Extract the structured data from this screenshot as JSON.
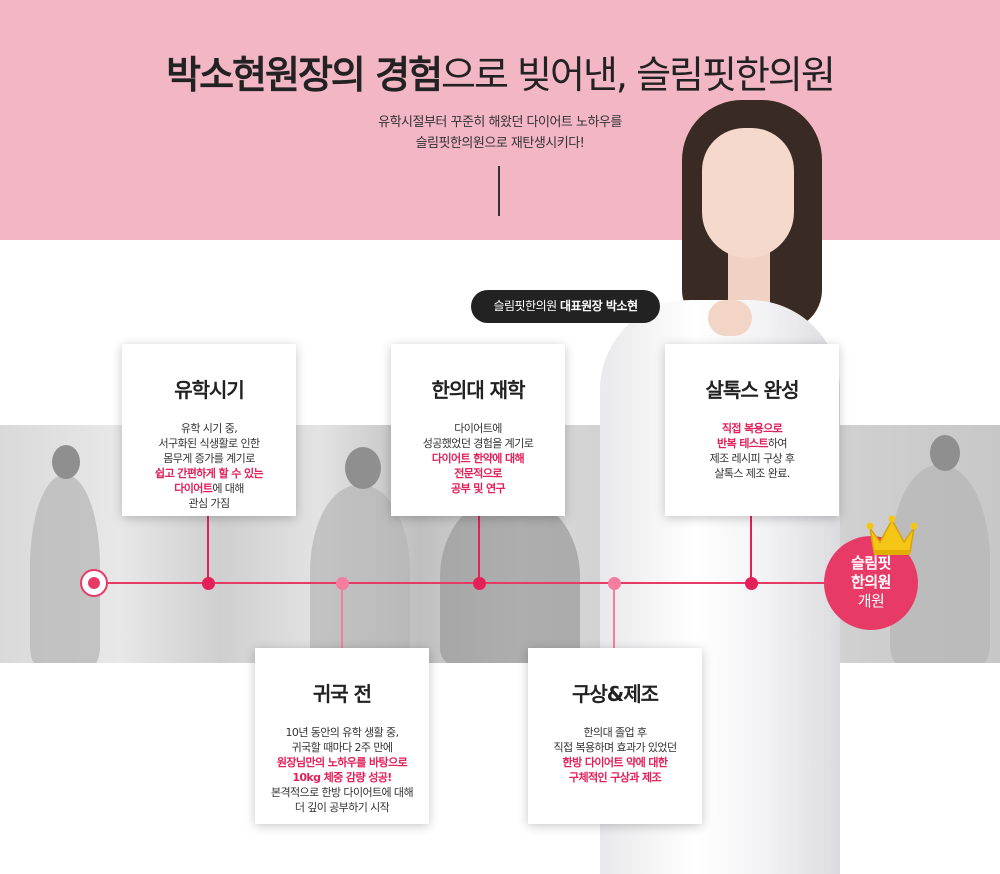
{
  "hero": {
    "title_bold": "박소현원장의 경험",
    "title_light": "으로 빚어낸, 슬림핏한의원",
    "subtitle_line1": "유학시절부터 꾸준히 해왔던 다이어트 노하우를",
    "subtitle_line2": "슬림핏한의원으로 재탄생시키다!"
  },
  "name_pill": {
    "clinic": "슬림핏한의원",
    "role": "대표원장 박소현"
  },
  "cards": {
    "study": {
      "title": "유학시기",
      "line1": "유학 시기 중,",
      "line2": "서구화된 식생활로 인한",
      "line3": "몸무게 증가를 계기로",
      "hl1": "쉽고 간편하게 할 수 있는",
      "hl2": "다이어트",
      "line4": "에 대해",
      "line5": "관심 가짐"
    },
    "return": {
      "title": "귀국 전",
      "line1": "10년 동안의 유학 생활 중,",
      "line2": "귀국할 때마다 2주 만에",
      "hl1": "원장님만의 노하우를 바탕으로",
      "hl2": "10kg 체중 감량 성공!",
      "line3": "본격적으로 한방 다이어트에 대해",
      "line4": "더 깊이 공부하기 시작"
    },
    "college": {
      "title": "한의대 재학",
      "line1": "다이어트에",
      "line2": "성공했었던 경험을 계기로",
      "hl1": "다이어트 한약에 대해",
      "hl2": "전문적으로",
      "hl3": "공부 및 연구"
    },
    "plan": {
      "title": "구상&제조",
      "line1": "한의대 졸업 후",
      "line2": "직접 복용하며 효과가 있었던",
      "hl1": "한방 다이어트 약에 대한",
      "hl2": "구체적인 구상과 제조"
    },
    "complete": {
      "title": "살톡스 완성",
      "hl1": "직접 복용으로",
      "hl2": "반복 테스트",
      "line1": "하여",
      "line2": "제조 레시피 구상 후",
      "line3": "살톡스 제조 완료."
    }
  },
  "badge": {
    "line1": "슬림핏",
    "line2": "한의원",
    "line3": "개원"
  },
  "colors": {
    "accent": "#e2215a",
    "accent_light": "#f57ea0",
    "hero_bg": "#f3b6c5",
    "text_dark": "#222222"
  },
  "icons": {
    "crown": "crown-icon"
  }
}
